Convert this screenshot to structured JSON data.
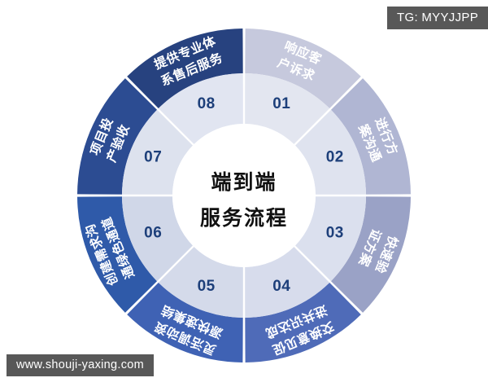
{
  "watermarks": {
    "top_right": "TG: MYYJJPP",
    "bottom_left": "www.shouji-yaxing.com"
  },
  "center": {
    "line1": "端到端",
    "line2": "服务流程"
  },
  "chart_data": {
    "type": "pie",
    "title": "端到端服务流程",
    "legend_position": "none",
    "categories": [
      "01",
      "02",
      "03",
      "04",
      "05",
      "06",
      "07",
      "08"
    ],
    "values": [
      12.5,
      12.5,
      12.5,
      12.5,
      12.5,
      12.5,
      12.5,
      12.5
    ],
    "labels": [
      "响应客户诉求",
      "进行方案沟通",
      "快速验证方案",
      "交换意见促进共识达成",
      "灵活调动资源快速集结",
      "创建需求沟通绿色通道",
      "项目投产验收",
      "提供专业体系售后服务"
    ],
    "colors": [
      "#c6c9dd",
      "#b0b6d3",
      "#9aa2c6",
      "#4f6bb8",
      "#3f62b4",
      "#2f5aa9",
      "#2c4c92",
      "#27427f"
    ]
  },
  "segments": [
    {
      "number": "01",
      "label_l1": "响应客",
      "label_l2": "户诉求",
      "color": "#c6c9dd",
      "inner_color": "#e3e6f0"
    },
    {
      "number": "02",
      "label_l1": "进行方",
      "label_l2": "案沟通",
      "color": "#b0b6d3",
      "inner_color": "#dfe3ef"
    },
    {
      "number": "03",
      "label_l1": "快速验",
      "label_l2": "证方案",
      "color": "#9aa2c6",
      "inner_color": "#dbe0ee"
    },
    {
      "number": "04",
      "label_l1": "交换意见促",
      "label_l2": "进共识达成",
      "color": "#4f6bb8",
      "inner_color": "#d7dcec"
    },
    {
      "number": "05",
      "label_l1": "灵活调动资",
      "label_l2": "源快速集结",
      "color": "#3f62b4",
      "inner_color": "#d4daea"
    },
    {
      "number": "06",
      "label_l1": "创建需求沟",
      "label_l2": "通绿色通道",
      "color": "#2f5aa9",
      "inner_color": "#d0d7e8"
    },
    {
      "number": "07",
      "label_l1": "项目投",
      "label_l2": "产验收",
      "color": "#2c4c92",
      "inner_color": "#dde2ee"
    },
    {
      "number": "08",
      "label_l1": "提供专业体",
      "label_l2": "系售后服务",
      "color": "#27427f",
      "inner_color": "#e1e5f1"
    }
  ]
}
